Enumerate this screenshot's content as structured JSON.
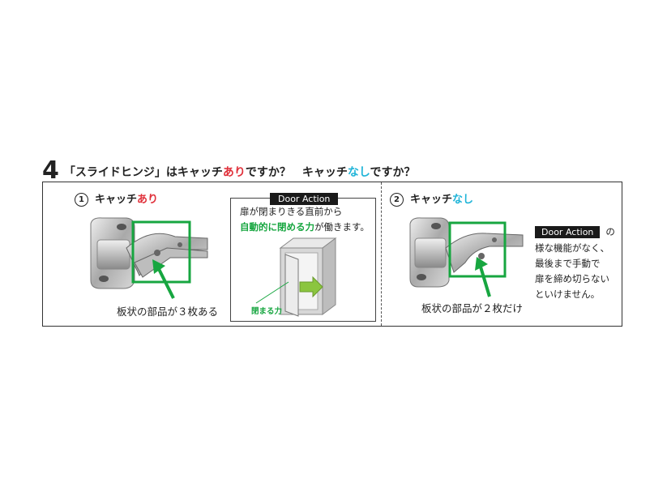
{
  "heading": {
    "number": "4",
    "part1": "「スライドヒンジ」はキャッチ",
    "part1_accent": "あり",
    "part2": "ですか？　キャッチ",
    "part2_accent": "なし",
    "part3": "ですか？"
  },
  "section1": {
    "circle": "1",
    "title": "キャッチ",
    "title_accent": "あり",
    "caption": "板状の部品が３枚ある"
  },
  "door_action_box": {
    "badge": "Door Action",
    "line1": "扉が閉まりきる直前から",
    "line2_accent": "自動的に閉める力",
    "line2_rest": "が働きます。",
    "diagram_label": "閉まる力"
  },
  "section2": {
    "circle": "2",
    "title": "キャッチ",
    "title_accent": "なし",
    "caption": "板状の部品が２枚だけ",
    "badge": "Door Action",
    "badge_suffix": "の",
    "line2": "様な機能がなく、",
    "line3": "最後まで手動で",
    "line4": "扉を締め切らない",
    "line5": "といけません。"
  },
  "colors": {
    "accent_red": "#e0303a",
    "accent_cyan": "#1fb4d8",
    "highlight_green": "#17a640"
  },
  "icons": [
    "hinge-with-catch-image",
    "hinge-without-catch-image",
    "cabinet-door-diagram",
    "pointer-arrow-icon"
  ]
}
